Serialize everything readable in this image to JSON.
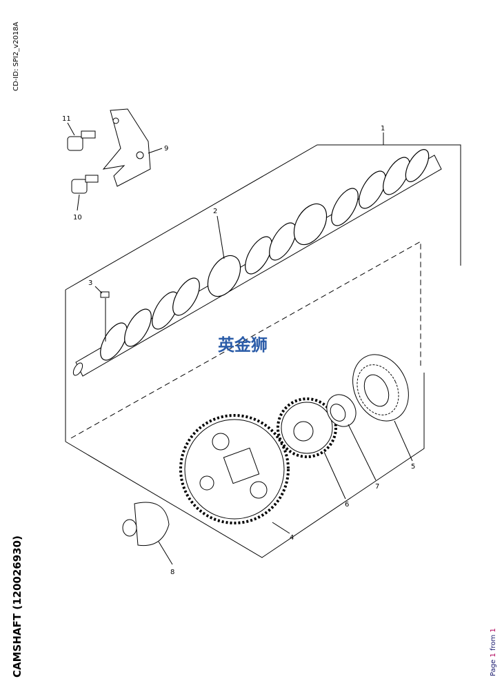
{
  "cd_id": "CD-ID: SPI2_v2018A",
  "title": "CAMSHAFT (120026930)",
  "page": {
    "prefix": "Page ",
    "current": "1",
    "middle": " from ",
    "total": "1"
  },
  "watermark": "英金狮",
  "callouts": [
    "1",
    "2",
    "3",
    "4",
    "5",
    "6",
    "7",
    "8",
    "9",
    "10",
    "11"
  ]
}
